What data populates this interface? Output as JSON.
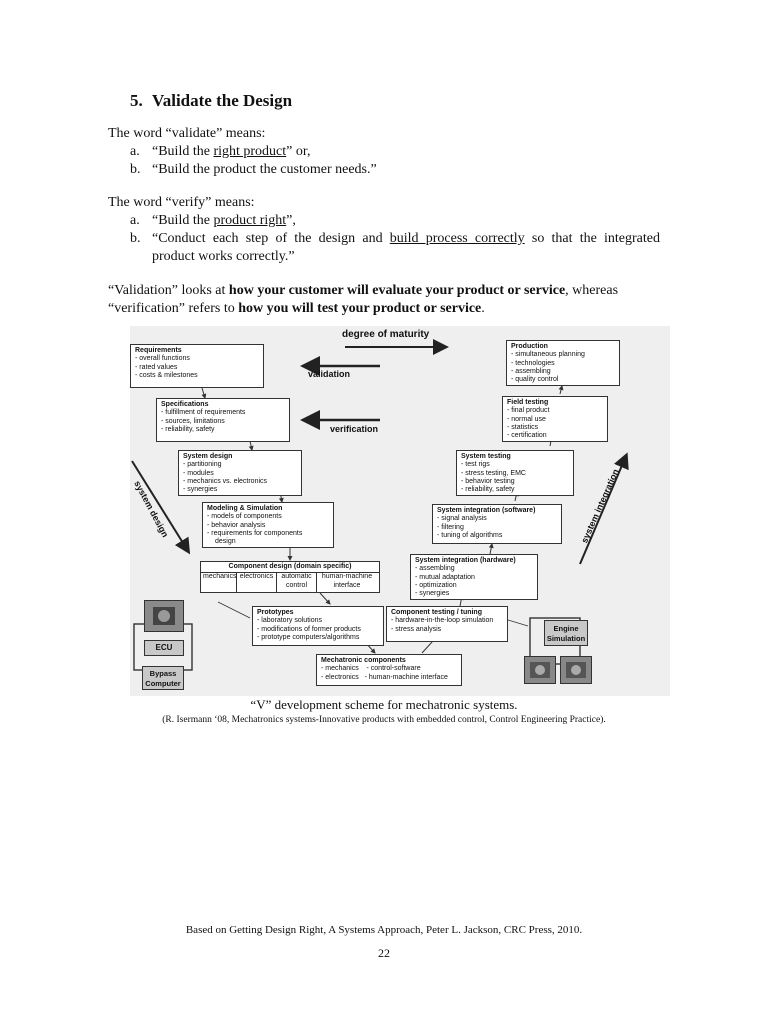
{
  "section": {
    "number": "5.",
    "title": "Validate the Design"
  },
  "validate": {
    "intro_pre": "The word “validate” means:",
    "a_marker": "a.",
    "a_pre": "“Build the ",
    "a_u": "right product",
    "a_post": "” or,",
    "b_marker": "b.",
    "b_text": "“Build the product the customer needs.”"
  },
  "verify": {
    "intro": "The word “verify” means:",
    "a_marker": "a.",
    "a_pre": "“Build the ",
    "a_u": "product right",
    "a_post": "”,",
    "b_marker": "b.",
    "b_line1_pre": "“Conduct each step of the design and ",
    "b_line1_u": "build process correctly",
    "b_line1_post": " so that the integrated",
    "b_line2": "product works correctly.”"
  },
  "summary": {
    "l1_pre": "“Validation” looks at ",
    "l1_bold": "how your customer will evaluate your product or service",
    "l1_post": ", whereas",
    "l2_pre": "“verification” refers to ",
    "l2_bold": "how you will test your product or service",
    "l2_post": "."
  },
  "diagram": {
    "arrow_labels": {
      "maturity": "degree of maturity",
      "validation": "validation",
      "verification": "verification",
      "system_design": "system design",
      "system_integration": "system integration"
    },
    "requirements": {
      "title": "Requirements",
      "items": [
        "- overall functions",
        "- rated values",
        "- costs & milestones"
      ]
    },
    "specifications": {
      "title": "Specifications",
      "items": [
        "- fulfillment of requirements",
        "- sources, limitations",
        "- reliability, safety"
      ]
    },
    "system_design_box": {
      "title": "System design",
      "items": [
        "- partitioning",
        "- modules",
        "- mechanics vs. electronics",
        "- synergies"
      ]
    },
    "modeling": {
      "title": "Modeling & Simulation",
      "items": [
        "- models of components",
        "- behavior analysis",
        "- requirements for components",
        "  design"
      ]
    },
    "component_design": {
      "title": "Component design (domain specific)",
      "cells": [
        "mechanics",
        "electronics",
        "automatic control",
        "human-machine interface"
      ]
    },
    "prototypes": {
      "title": "Prototypes",
      "items": [
        "- laboratory solutions",
        "- modifications of former products",
        "- prototype computers/algorithms"
      ]
    },
    "mechatronic": {
      "title": "Mechatronic components",
      "items": [
        "- mechanics    - control-software",
        "- electronics   - human-machine interface"
      ]
    },
    "component_testing": {
      "title": "Component testing / tuning",
      "items": [
        "- hardware-in-the-loop simulation",
        "- stress analysis"
      ]
    },
    "sys_int_hw": {
      "title": "System integration (hardware)",
      "items": [
        "- assembling",
        "- mutual adaptation",
        "- optimization",
        "- synergies"
      ]
    },
    "sys_int_sw": {
      "title": "System integration (software)",
      "items": [
        "- signal analysis",
        "- filtering",
        "- tuning of algorithms"
      ]
    },
    "system_testing": {
      "title": "System testing",
      "items": [
        "- test rigs",
        "- stress testing, EMC",
        "- behavior testing",
        "- reliability, safety"
      ]
    },
    "field_testing": {
      "title": "Field testing",
      "items": [
        "- final product",
        "- normal use",
        "- statistics",
        "- certification"
      ]
    },
    "production": {
      "title": "Production",
      "items": [
        "- simultaneous planning",
        "- technologies",
        "- assembling",
        "- quality control"
      ]
    },
    "ecu_label": "ECU",
    "bypass_label": "Bypass Computer",
    "engine_label": "Engine Simulation"
  },
  "caption": "“V” development scheme for mechatronic systems.",
  "reference": "(R. Isermann ‘08, Mechatronics systems-Innovative products with embedded control, Control Engineering Practice).",
  "footer": {
    "source": "Based on Getting Design Right, A Systems Approach, Peter L. Jackson, CRC Press, 2010.",
    "page_number": "22"
  }
}
